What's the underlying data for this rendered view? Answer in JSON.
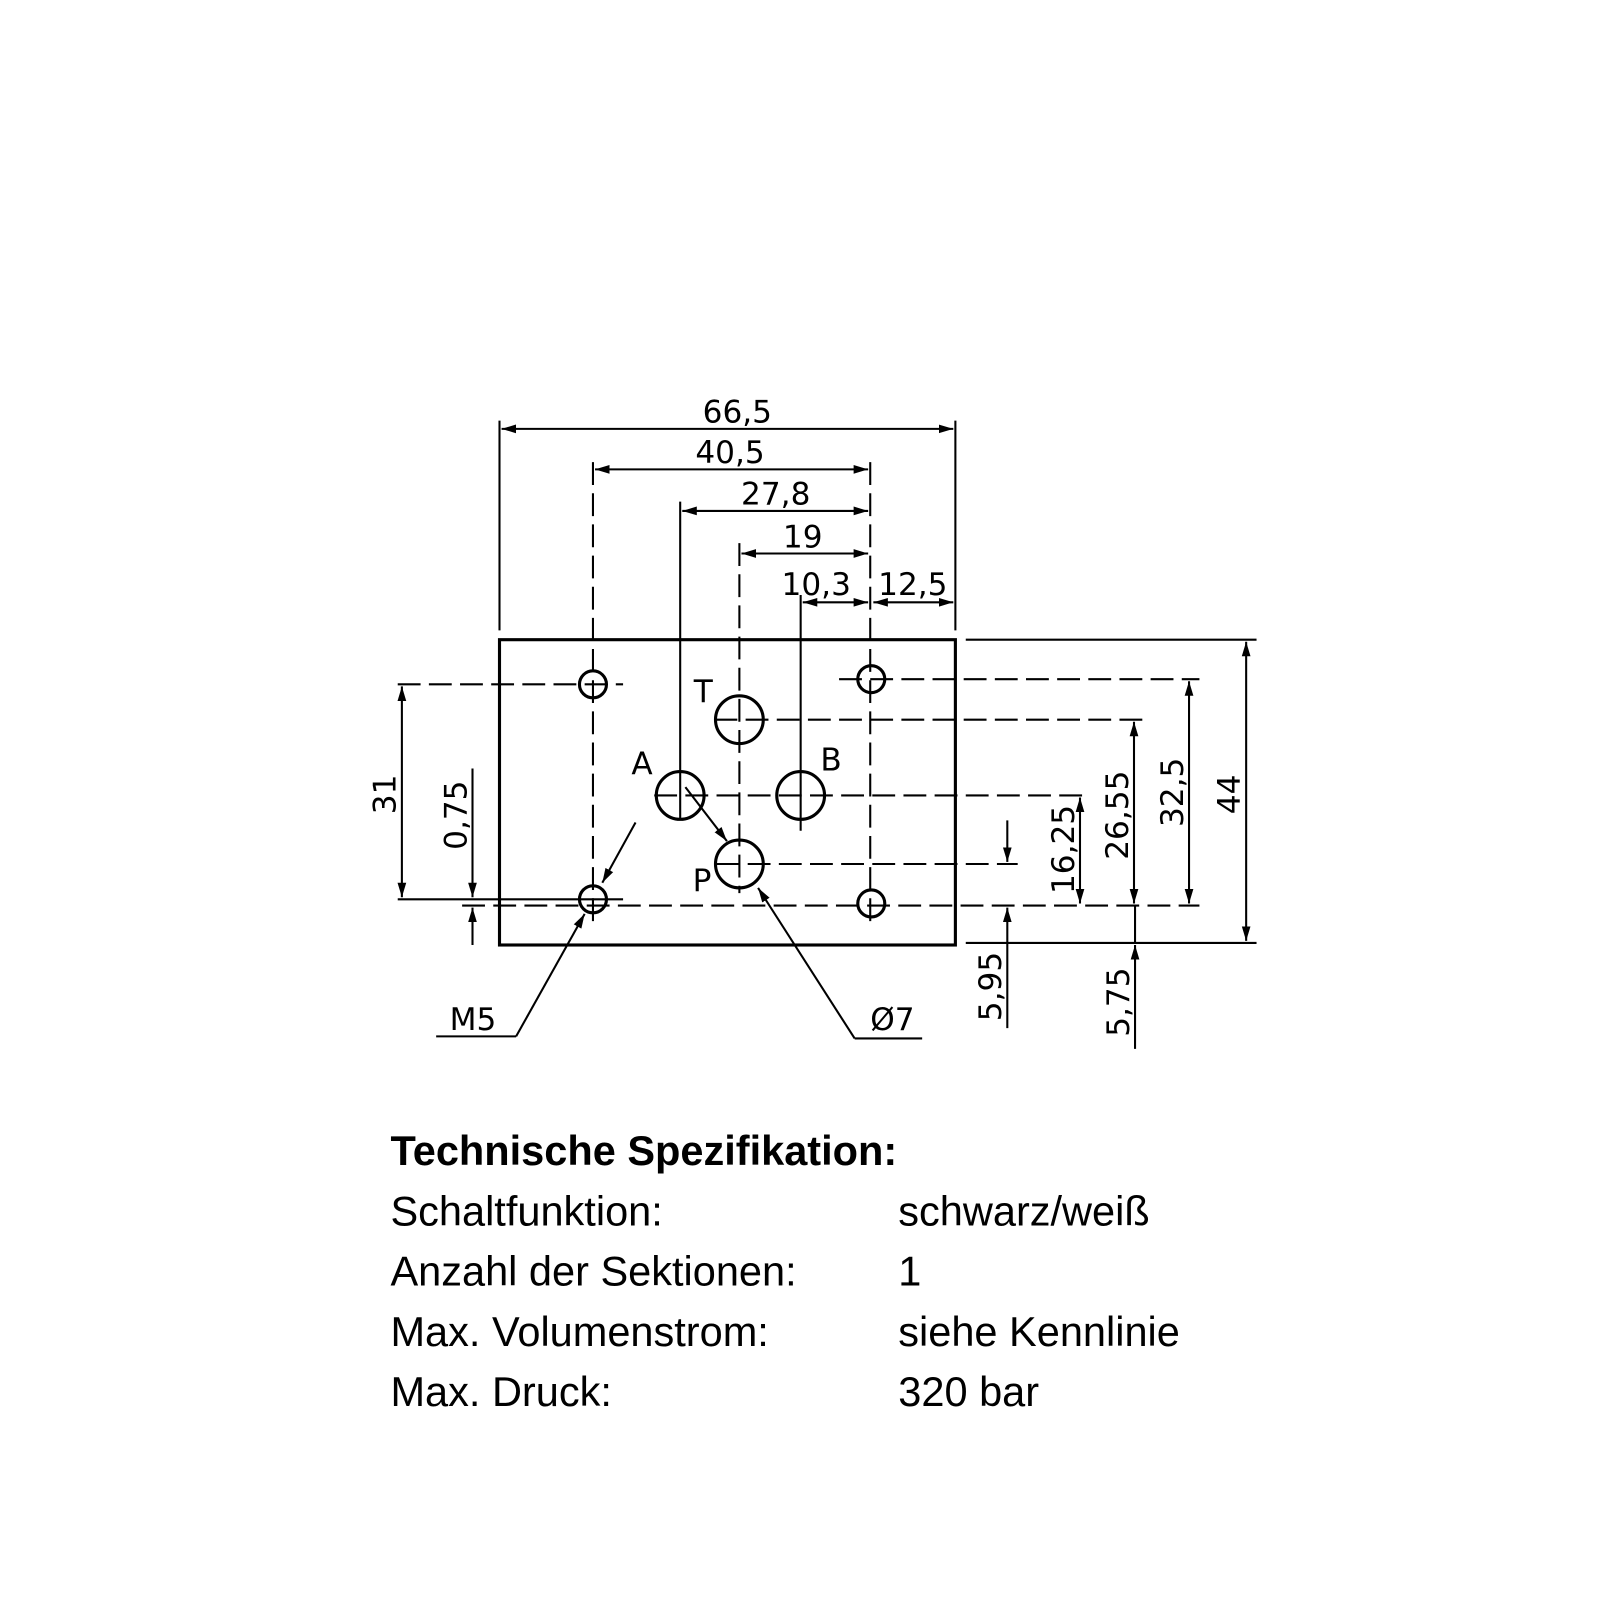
{
  "drawing": {
    "dims": {
      "d66_5": "66,5",
      "d40_5": "40,5",
      "d27_8": "27,8",
      "d19": "19",
      "d10_3": "10,3",
      "d12_5": "12,5",
      "d44": "44",
      "d32_5": "32,5",
      "d26_55": "26,55",
      "d16_25": "16,25",
      "d5_95": "5,95",
      "d5_75": "5,75",
      "d31": "31",
      "d0_75": "0,75"
    },
    "ports": {
      "t": "T",
      "a": "A",
      "b": "B",
      "p": "P"
    },
    "callouts": {
      "m5": "M5",
      "dia7": "Ø7"
    }
  },
  "spec": {
    "title": "Technische Spezifikation:",
    "rows": [
      {
        "label": "Schaltfunktion:",
        "value": "schwarz/weiß"
      },
      {
        "label": "Anzahl der Sektionen:",
        "value": "1"
      },
      {
        "label": "Max. Volumenstrom:",
        "value": "siehe Kennlinie"
      },
      {
        "label": "Max. Druck:",
        "value": "320 bar"
      }
    ]
  }
}
